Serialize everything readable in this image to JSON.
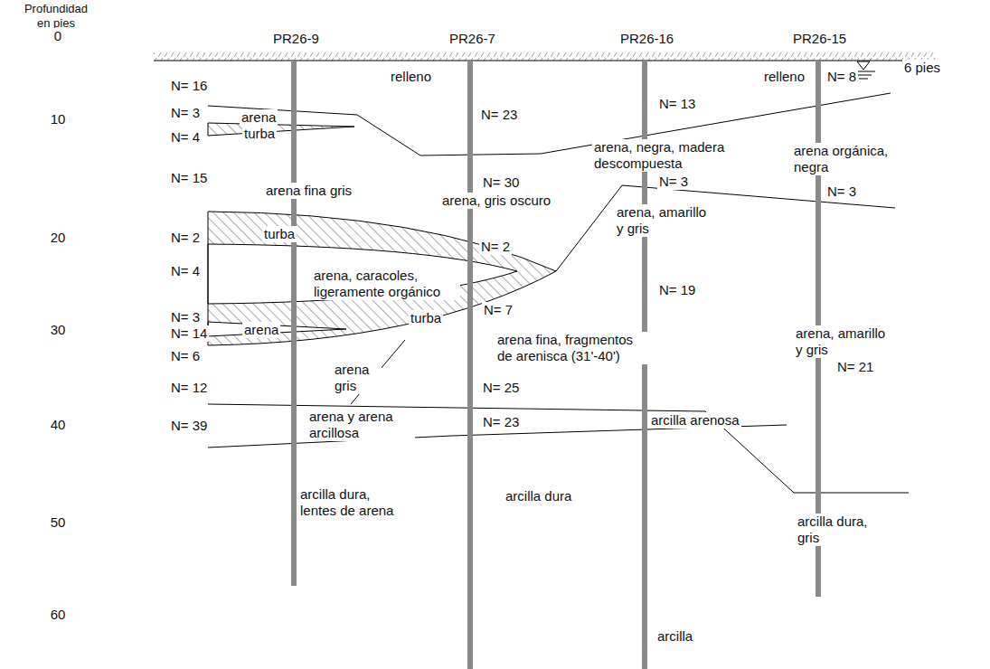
{
  "diagram": {
    "labels": [
      "Profundidad en pies",
      "PR26-9",
      "PR26-7",
      "PR26-16",
      "PR26-15",
      "0",
      "6 pies",
      "N= 16",
      "relleno",
      "N= 23",
      "N= 13",
      "relleno",
      "N= 8",
      "N= 3",
      "arena",
      "10",
      "N= 4",
      "turba",
      "arena, negra, madera descompuesta",
      "arena orgánica, negra",
      "N= 15",
      "N= 30",
      "N= 3",
      "N= 3",
      "arena fina gris",
      "arena, gris oscuro",
      "arena, amarillo y gris",
      "N= 2",
      "20",
      "turba",
      "N= 2",
      "N= 4",
      "arena, caracoles, ligeramente orgánico",
      "N= 19",
      "N= 7",
      "N= 3",
      "turba",
      "N= 14",
      "arena",
      "30",
      "arena, amarillo y gris",
      "arena fina, fragmentos de arenisca (31'-40')",
      "N= 21",
      "N= 6",
      "arena gris",
      "N= 12",
      "N= 25",
      "arena y arena arcillosa",
      "N= 39",
      "40",
      "N= 23",
      "arcilla arenosa",
      "arcilla dura, lentes de arena",
      "arcilla dura",
      "50",
      "arcilla dura, gris",
      "60",
      "arcilla"
    ]
  }
}
